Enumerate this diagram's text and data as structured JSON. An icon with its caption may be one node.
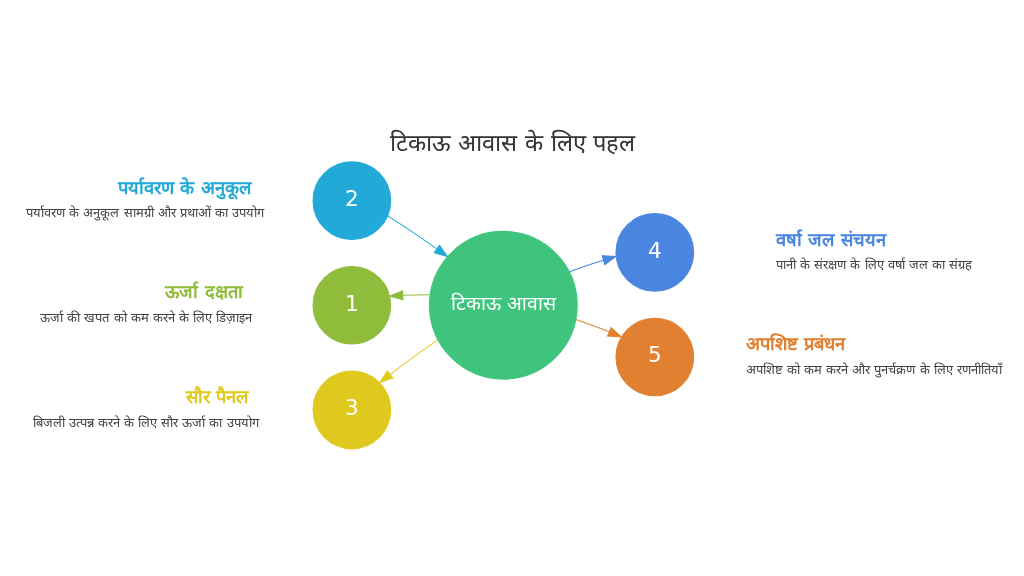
{
  "diagram": {
    "title": "टिकाऊ आवास के लिए पहल",
    "nodes": [
      {
        "text": [
          "3"
        ],
        "beside": [
          "सौर पैनल",
          "बिजली उत्पन्न करने के लिए सौर ऊर्जा का उपयोग"
        ]
      },
      {
        "text": [
          "2"
        ],
        "beside": [
          "पर्यावरण के अनुकूल",
          "पर्यावरण के अनुकूल सामग्री और प्रथाओं का उपयोग"
        ]
      },
      {
        "text": [
          "1"
        ],
        "beside": [
          "ऊर्जा दक्षता",
          "ऊर्जा की खपत को कम करने के लिए डिज़ाइन"
        ]
      },
      {
        "text": [
          "टिकाऊ आवास"
        ]
      },
      {
        "text": [
          "4"
        ],
        "beside": [
          "वर्षा जल संचयन",
          "पानी के संरक्षण के लिए वर्षा जल का संग्रह"
        ]
      },
      {
        "text": [
          "5"
        ],
        "beside": [
          "अपशिष्ट प्रबंधन",
          "अपशिष्ट को कम करने और पुनर्चक्रण के लिए रणनीतियाँ"
        ]
      }
    ],
    "edges": [
      {
        "from": 3,
        "to": 0,
        "arrow": "to",
        "color": "#e0c91e"
      },
      {
        "from": 1,
        "to": 3,
        "arrow": "to",
        "color": "#22a9d8"
      },
      {
        "from": 3,
        "to": 2,
        "arrow": "to",
        "color": "#8fbc3a"
      },
      {
        "from": 3,
        "to": 4,
        "arrow": "to",
        "color": "#4a86e0"
      },
      {
        "from": 3,
        "to": 5,
        "arrow": "to",
        "color": "#e08030"
      }
    ]
  }
}
